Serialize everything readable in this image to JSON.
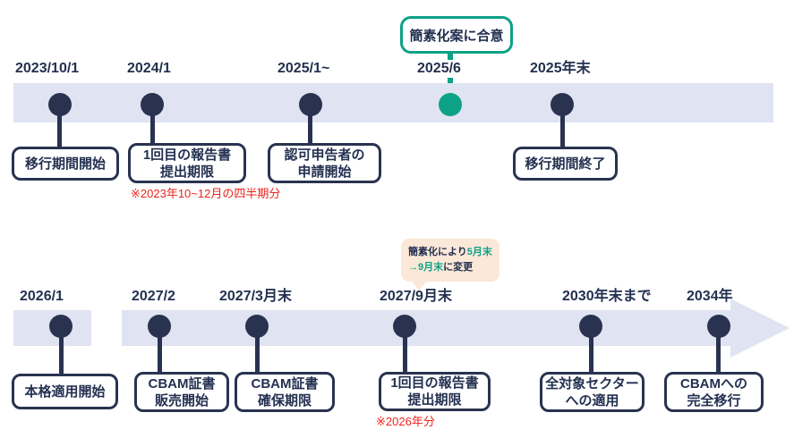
{
  "colors": {
    "navy": "#293350",
    "text": "#233050",
    "teal": "#0ca287",
    "band": "#dfe3f2",
    "peach": "#fce8d8",
    "red": "#ed231c"
  },
  "top_timeline": {
    "callout_label": "簡素化案に合意",
    "milestones": [
      {
        "date": "2023/10/1",
        "event": "移行期間開始"
      },
      {
        "date": "2024/1",
        "event": "1回目の報告書\n提出期限",
        "note": "※2023年10~12月の四半期分"
      },
      {
        "date": "2025/1~",
        "event": "認可申告者の\n申請開始"
      },
      {
        "date": "2025/6",
        "highlight": true
      },
      {
        "date": "2025年末",
        "event": "移行期間終了"
      }
    ]
  },
  "bottom_timeline": {
    "callout": {
      "prefix": "簡素化により",
      "highlight_old": "5月末",
      "highlight_new": "→9月末",
      "suffix": "に変更"
    },
    "milestones": [
      {
        "date": "2026/1",
        "event": "本格適用開始"
      },
      {
        "date": "2027/2",
        "event": "CBAM証書\n販売開始"
      },
      {
        "date": "2027/3月末",
        "event": "CBAM証書\n確保期限"
      },
      {
        "date": "2027/9月末",
        "event": "1回目の報告書\n提出期限",
        "note": "※2026年分"
      },
      {
        "date": "2030年末まで",
        "event": "全対象セクター\nへの適用"
      },
      {
        "date": "2034年",
        "event": "CBAMへの\n完全移行"
      }
    ]
  }
}
